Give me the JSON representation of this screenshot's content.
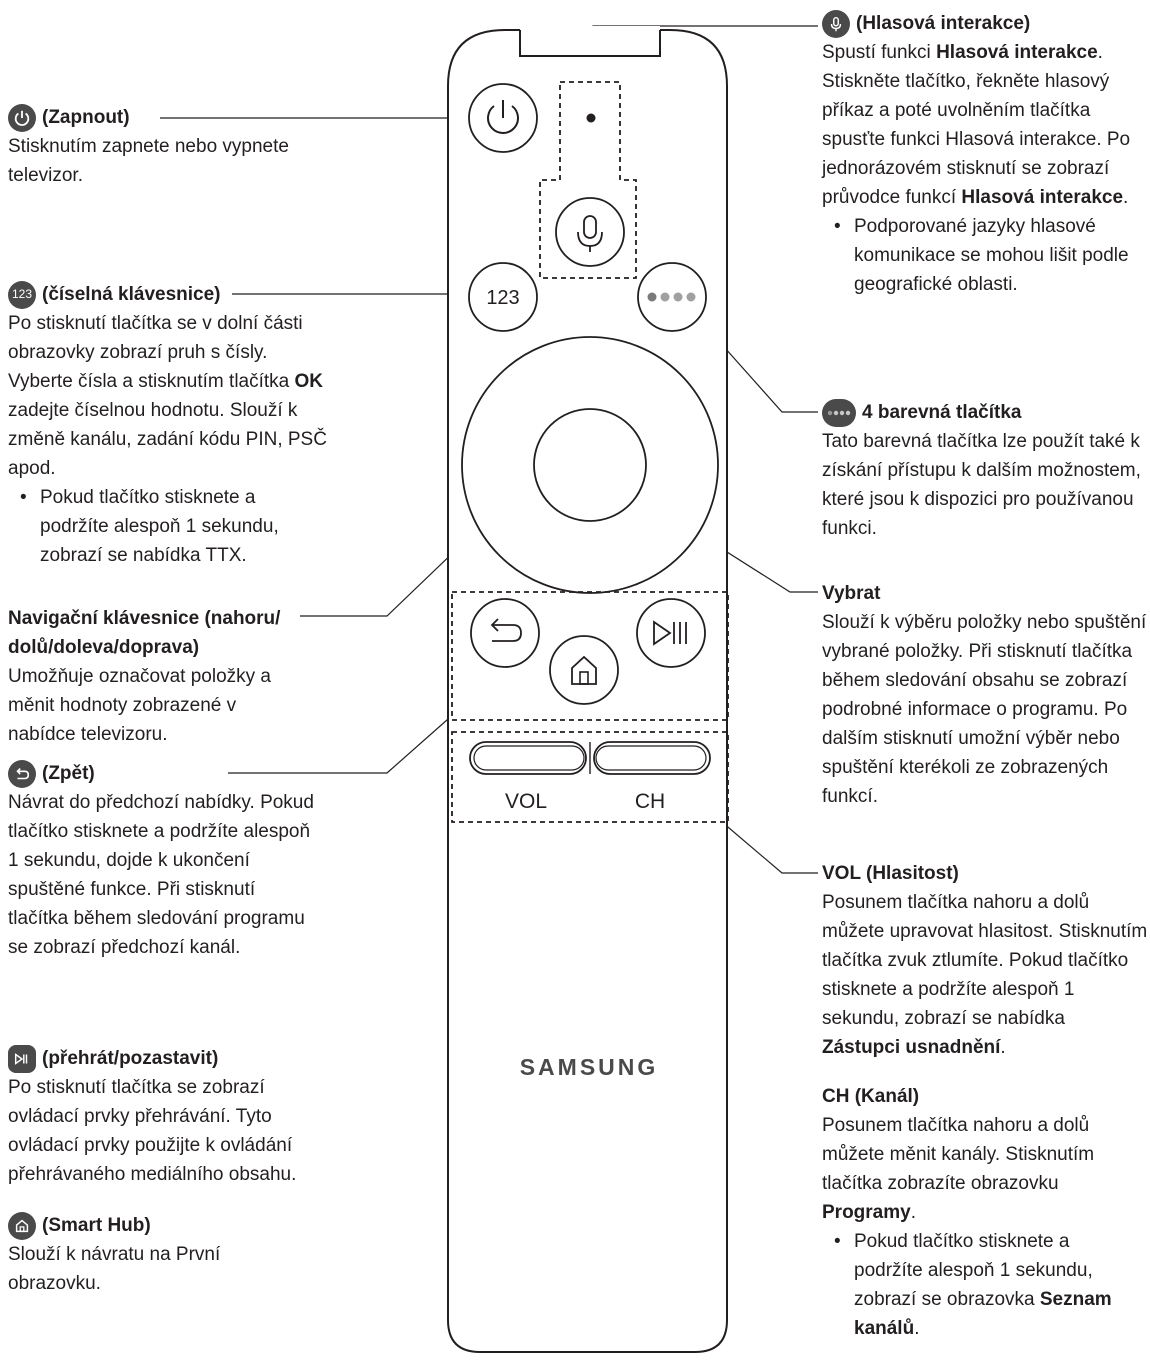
{
  "icons": {
    "power": "power-icon",
    "mic": "microphone-icon",
    "color": "color-dots-icon",
    "back": "back-arrow-icon",
    "play": "play-pause-icon",
    "home": "home-icon"
  },
  "remote": {
    "numeric_label": "123",
    "vol_label": "VOL",
    "ch_label": "CH",
    "brand": "SAMSUNG"
  },
  "left": {
    "power": {
      "title": "(Zapnout)",
      "desc": "Stisknutím zapnete nebo vypnete televizor."
    },
    "numeric": {
      "badge": "123",
      "title": "(číselná klávesnice)",
      "desc_1": "Po stisknutí tlačítka se v dolní části obrazovky zobrazí pruh s čísly. Vyberte čísla a stisknutím tlačítka ",
      "desc_bold": "OK",
      "desc_2": " zadejte číselnou hodnotu. Slouží k změně kanálu, zadání kódu PIN, PSČ apod.",
      "bullet": "Pokud tlačítko stisknete a podržíte alespoň 1 sekundu, zobrazí se nabídka TTX."
    },
    "nav": {
      "title": "Navigační klávesnice (nahoru/ dolů/doleva/doprava)",
      "desc": "Umožňuje označovat položky a měnit hodnoty zobrazené v nabídce televizoru."
    },
    "back": {
      "title": "(Zpět)",
      "desc": "Návrat do předchozí nabídky. Pokud tlačítko stisknete a podržíte alespoň 1 sekundu, dojde k ukončení spuštěné funkce. Při stisknutí tlačítka během sledování programu se zobrazí předchozí kanál."
    },
    "play": {
      "title": "(přehrát/pozastavit)",
      "desc": "Po stisknutí tlačítka se zobrazí ovládací prvky přehrávání. Tyto ovládací prvky použijte k ovládání přehrávaného mediálního obsahu."
    },
    "home": {
      "title": "(Smart Hub)",
      "desc": "Slouží k návratu na První obrazovku."
    }
  },
  "right": {
    "voice": {
      "title": "(Hlasová interakce)",
      "desc_1": "Spustí funkci ",
      "desc_bold_1": "Hlasová interakce",
      "desc_2": ". Stiskněte tlačítko, řekněte hlasový příkaz a poté uvolněním tlačítka spusťte funkci Hlasová interakce. Po jednorázovém stisknutí se zobrazí průvodce funkcí ",
      "desc_bold_2": "Hlasová interakce",
      "desc_3": ".",
      "bullet": "Podporované jazyky hlasové komunikace se mohou lišit podle geografické oblasti."
    },
    "color": {
      "title": "4 barevná tlačítka",
      "desc": "Tato barevná tlačítka lze použít také k získání přístupu k dalším možnostem, které jsou k dispozici pro používanou funkci."
    },
    "select": {
      "title": "Vybrat",
      "desc": "Slouží k výběru položky nebo spuštění vybrané položky. Při stisknutí tlačítka během sledování obsahu se zobrazí podrobné informace o programu. Po dalším stisknutí umožní výběr nebo spuštění kterékoli ze zobrazených funkcí."
    },
    "vol": {
      "title": "VOL (Hlasitost)",
      "desc_1": "Posunem tlačítka nahoru a dolů můžete upravovat hlasitost. Stisknutím tlačítka zvuk ztlumíte. Pokud tlačítko stisknete a podržíte alespoň 1 sekundu, zobrazí se nabídka ",
      "desc_bold": "Zástupci usnadnění",
      "desc_2": "."
    },
    "ch": {
      "title": "CH (Kanál)",
      "desc_1": "Posunem tlačítka nahoru a dolů můžete měnit kanály. Stisknutím tlačítka zobrazíte obrazovku ",
      "desc_bold": "Programy",
      "desc_2": ".",
      "bullet_1": "Pokud tlačítko stisknete a podržíte alespoň 1 sekundu, zobrazí se obrazovka ",
      "bullet_bold": "Seznam kanálů",
      "bullet_2": "."
    }
  }
}
